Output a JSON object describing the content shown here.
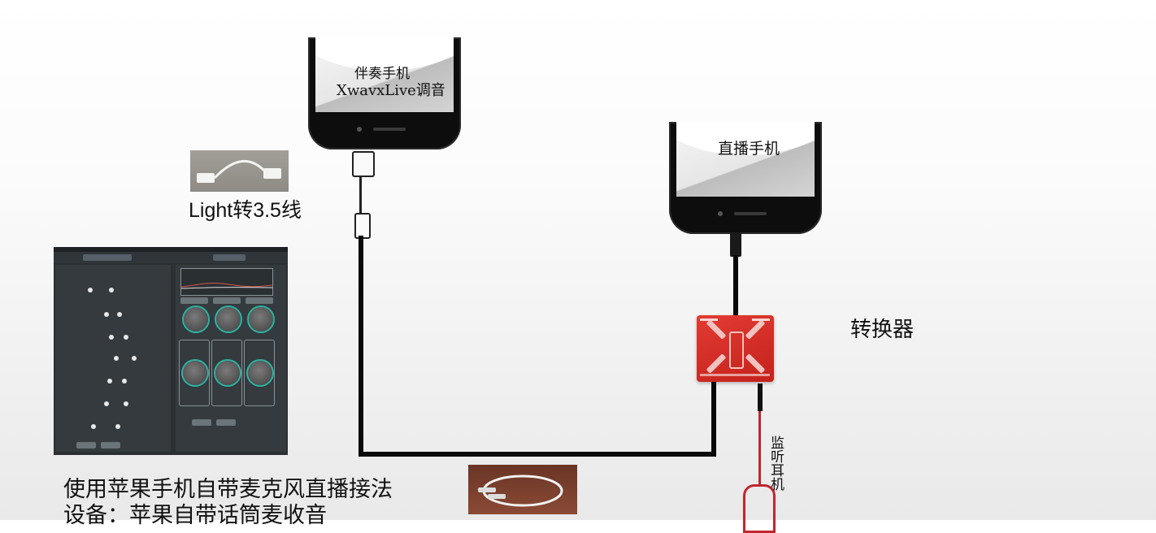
{
  "labels": {
    "phone_accompaniment_line1": "伴奏手机",
    "phone_accompaniment_line2": "XwavxLive调音",
    "phone_live": "直播手机",
    "cable_label": "Light转3.5线",
    "converter_label": "转换器",
    "headphone_label": "监听耳机",
    "caption_line1": "使用苹果手机自带麦克风直播接法",
    "caption_line2": "设备：苹果自带话筒麦收音"
  },
  "icons": {
    "adapter_photo": "lightning-to-3.5mm-adapter-photo",
    "aux_cable_photo": "aux-cable-photo",
    "app_screenshot": "xwavx-live-app-screenshot",
    "converter": "sound-card-converter"
  },
  "colors": {
    "cable": "#0a0a0a",
    "converter": "#d42c25",
    "headphone_cable": "#c0262d",
    "knob_ring": "#2bb5a4"
  }
}
